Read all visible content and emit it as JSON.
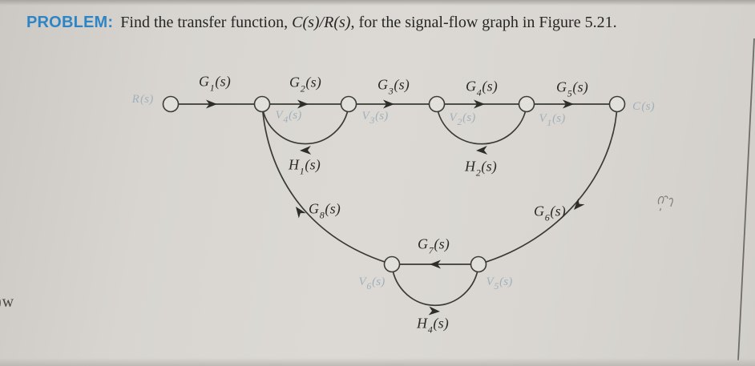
{
  "header": {
    "problem_label": "PROBLEM:",
    "text_before": "Find the transfer function, ",
    "transfer_function": "C(s)/R(s)",
    "text_after": ", for the signal-flow graph in Figure 5.21."
  },
  "figure": {
    "name": "Figure 5.21",
    "type": "signal-flow-graph",
    "nodes": {
      "r": {
        "base": "R",
        "sub": "",
        "arg": "(s)"
      },
      "v4": {
        "base": "V",
        "sub": "4",
        "arg": "(s)"
      },
      "v3": {
        "base": "V",
        "sub": "3",
        "arg": "(s)"
      },
      "v2": {
        "base": "V",
        "sub": "2",
        "arg": "(s)"
      },
      "v1": {
        "base": "V",
        "sub": "1",
        "arg": "(s)"
      },
      "c": {
        "base": "C",
        "sub": "",
        "arg": "(s)"
      },
      "v6": {
        "base": "V",
        "sub": "6",
        "arg": "(s)"
      },
      "v5": {
        "base": "V",
        "sub": "5",
        "arg": "(s)"
      }
    },
    "gains": {
      "g1": {
        "base": "G",
        "sub": "1",
        "arg": "(s)"
      },
      "g2": {
        "base": "G",
        "sub": "2",
        "arg": "(s)"
      },
      "g3": {
        "base": "G",
        "sub": "3",
        "arg": "(s)"
      },
      "g4": {
        "base": "G",
        "sub": "4",
        "arg": "(s)"
      },
      "g5": {
        "base": "G",
        "sub": "5",
        "arg": "(s)"
      },
      "g6": {
        "base": "G",
        "sub": "6",
        "arg": "(s)"
      },
      "g7": {
        "base": "G",
        "sub": "7",
        "arg": "(s)"
      },
      "g8": {
        "base": "G",
        "sub": "8",
        "arg": "(s)"
      },
      "h1": {
        "base": "H",
        "sub": "1",
        "arg": "(s)"
      },
      "h2": {
        "base": "H",
        "sub": "2",
        "arg": "(s)"
      },
      "h4": {
        "base": "H",
        "sub": "4",
        "arg": "(s)"
      }
    },
    "edges": [
      {
        "from": "R(s)",
        "to": "V4(s)",
        "gain": "G1(s)"
      },
      {
        "from": "V4(s)",
        "to": "V3(s)",
        "gain": "G2(s)"
      },
      {
        "from": "V3(s)",
        "to": "V2(s)",
        "gain": "G3(s)"
      },
      {
        "from": "V2(s)",
        "to": "V1(s)",
        "gain": "G4(s)"
      },
      {
        "from": "V1(s)",
        "to": "C(s)",
        "gain": "G5(s)"
      },
      {
        "from": "V3(s)",
        "to": "V4(s)",
        "gain": "H1(s)"
      },
      {
        "from": "V1(s)",
        "to": "V2(s)",
        "gain": "H2(s)"
      },
      {
        "from": "C(s)",
        "to": "V5(s)",
        "gain": "G6(s)"
      },
      {
        "from": "V5(s)",
        "to": "V6(s)",
        "gain": "G7(s)"
      },
      {
        "from": "V6(s)",
        "to": "V5(s)",
        "gain": "H4(s)"
      },
      {
        "from": "V6(s)",
        "to": "V4(s)",
        "gain": "G8(s)"
      }
    ]
  },
  "artifacts": {
    "cutoff_text": ")w"
  },
  "colors": {
    "paper": "#d9d6d1",
    "problem_blue": "#2e85c5",
    "ink": "#2b2b25",
    "node_label_blue": "#a2b0bb"
  }
}
